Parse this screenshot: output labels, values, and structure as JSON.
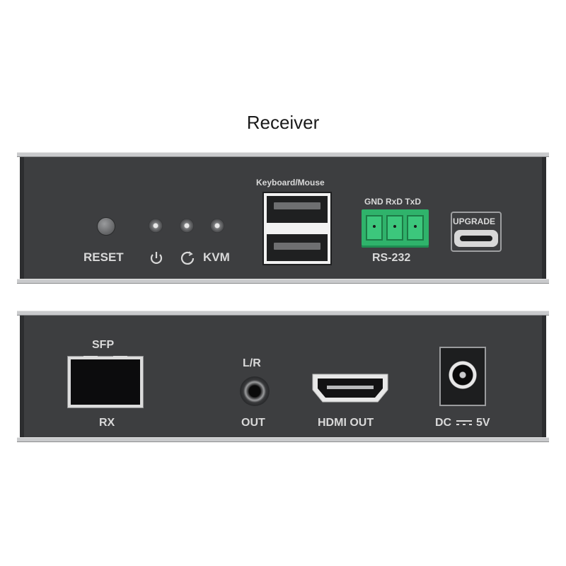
{
  "title": "Receiver",
  "front_panel": {
    "reset_label": "RESET",
    "kvm_label": "KVM",
    "keyboard_mouse_label": "Keyboard/Mouse",
    "rs232_pins_label": "GND RxD TxD",
    "rs232_label": "RS-232",
    "upgrade_label": "UPGRADE",
    "indicators": [
      "power-icon",
      "link-icon",
      "KVM"
    ]
  },
  "rear_panel": {
    "sfp_label": "SFP",
    "rx_label": "RX",
    "lr_label": "L/R",
    "out_label": "OUT",
    "hdmi_label": "HDMI OUT",
    "dc_label": "DC",
    "dc_voltage": "5V"
  },
  "colors": {
    "chassis": "#3d3e40",
    "terminal_block": "#2fb36b",
    "label_text": "#d9d9d9"
  }
}
